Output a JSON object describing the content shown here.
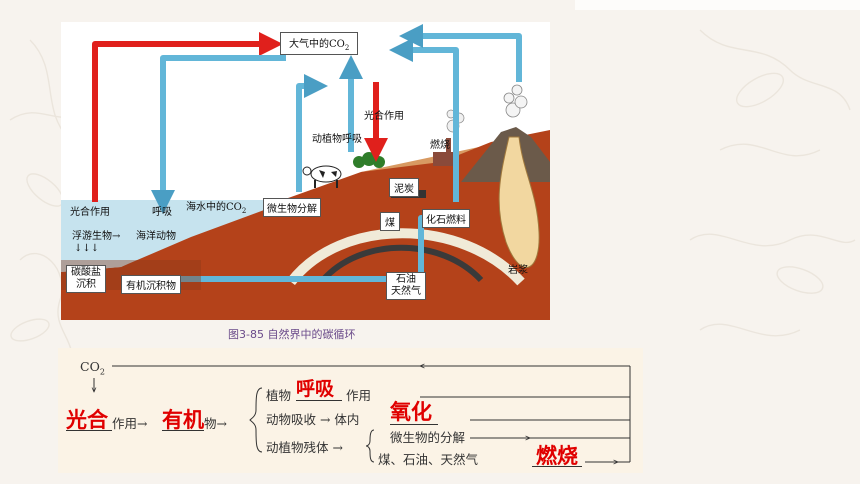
{
  "diagram": {
    "atmosphere": "大气中的CO",
    "atmosphere_sub": "2",
    "photosynthesis_land": "光合作用",
    "respiration_land": "动植物呼吸",
    "combustion": "燃烧",
    "peat": "泥炭",
    "coal": "煤",
    "fossil_fuel": "化石燃料",
    "microbe": "微生物分解",
    "ocean_co2": "海水中的CO",
    "ocean_co2_sub": "2",
    "photosynthesis_sea": "光合作用",
    "respiration_sea": "呼吸",
    "plankton": "浮游生物→",
    "marine_animals": "海洋动物",
    "carbonate_1": "碳酸盐",
    "carbonate_2": "沉积",
    "organic_sediment": "有机沉积物",
    "oil_1": "石油",
    "oil_2": "天然气",
    "magma": "岩浆",
    "caption": "图3-85   自然界中的碳循环"
  },
  "summary": {
    "co2": "CO",
    "co2_sub": "2",
    "row1": "植物",
    "row1_tail": "作用",
    "row2": "动物吸收 → 体内",
    "row3": "动植物残体 →",
    "sub1": "微生物的分解",
    "sub2": "煤、石油、天然气",
    "mid1": "作用→",
    "mid2": "物→",
    "ans_photosynthesis": "光合",
    "ans_organic": "有机",
    "ans_respiration": "呼吸",
    "ans_oxidation": "氧化",
    "ans_combustion": "燃烧"
  },
  "colors": {
    "red_arrow": "#e0201c",
    "blue_arrow": "#62b6d8",
    "soil": "#b4421a",
    "sea": "#c6e3ee",
    "answer": "#e00000"
  }
}
